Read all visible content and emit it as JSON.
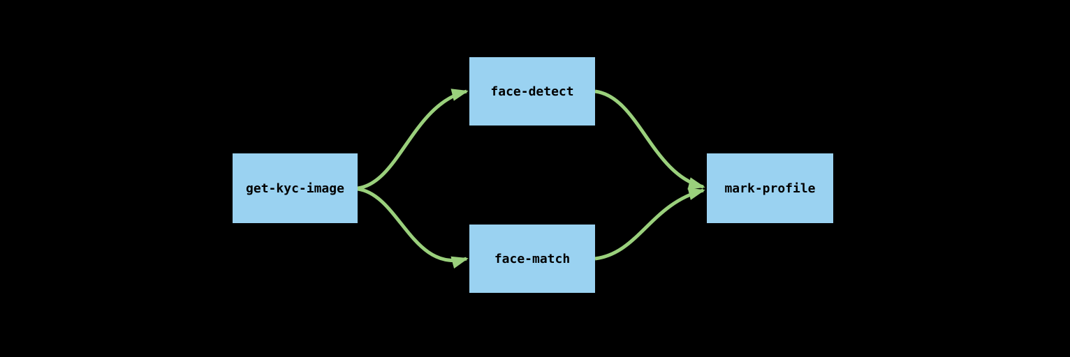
{
  "colors": {
    "background": "#000000",
    "node_fill": "#9ad2f1",
    "edge": "#9ad07c",
    "label_text": "#000000"
  },
  "diagram": {
    "type": "flowchart",
    "direction": "left-to-right",
    "nodes": [
      {
        "id": "get-kyc-image",
        "label": "get-kyc-image"
      },
      {
        "id": "face-detect",
        "label": "face-detect"
      },
      {
        "id": "face-match",
        "label": "face-match"
      },
      {
        "id": "mark-profile",
        "label": "mark-profile"
      }
    ],
    "edges": [
      {
        "from": "get-kyc-image",
        "to": "face-detect"
      },
      {
        "from": "get-kyc-image",
        "to": "face-match"
      },
      {
        "from": "face-detect",
        "to": "mark-profile"
      },
      {
        "from": "face-match",
        "to": "mark-profile"
      }
    ]
  }
}
